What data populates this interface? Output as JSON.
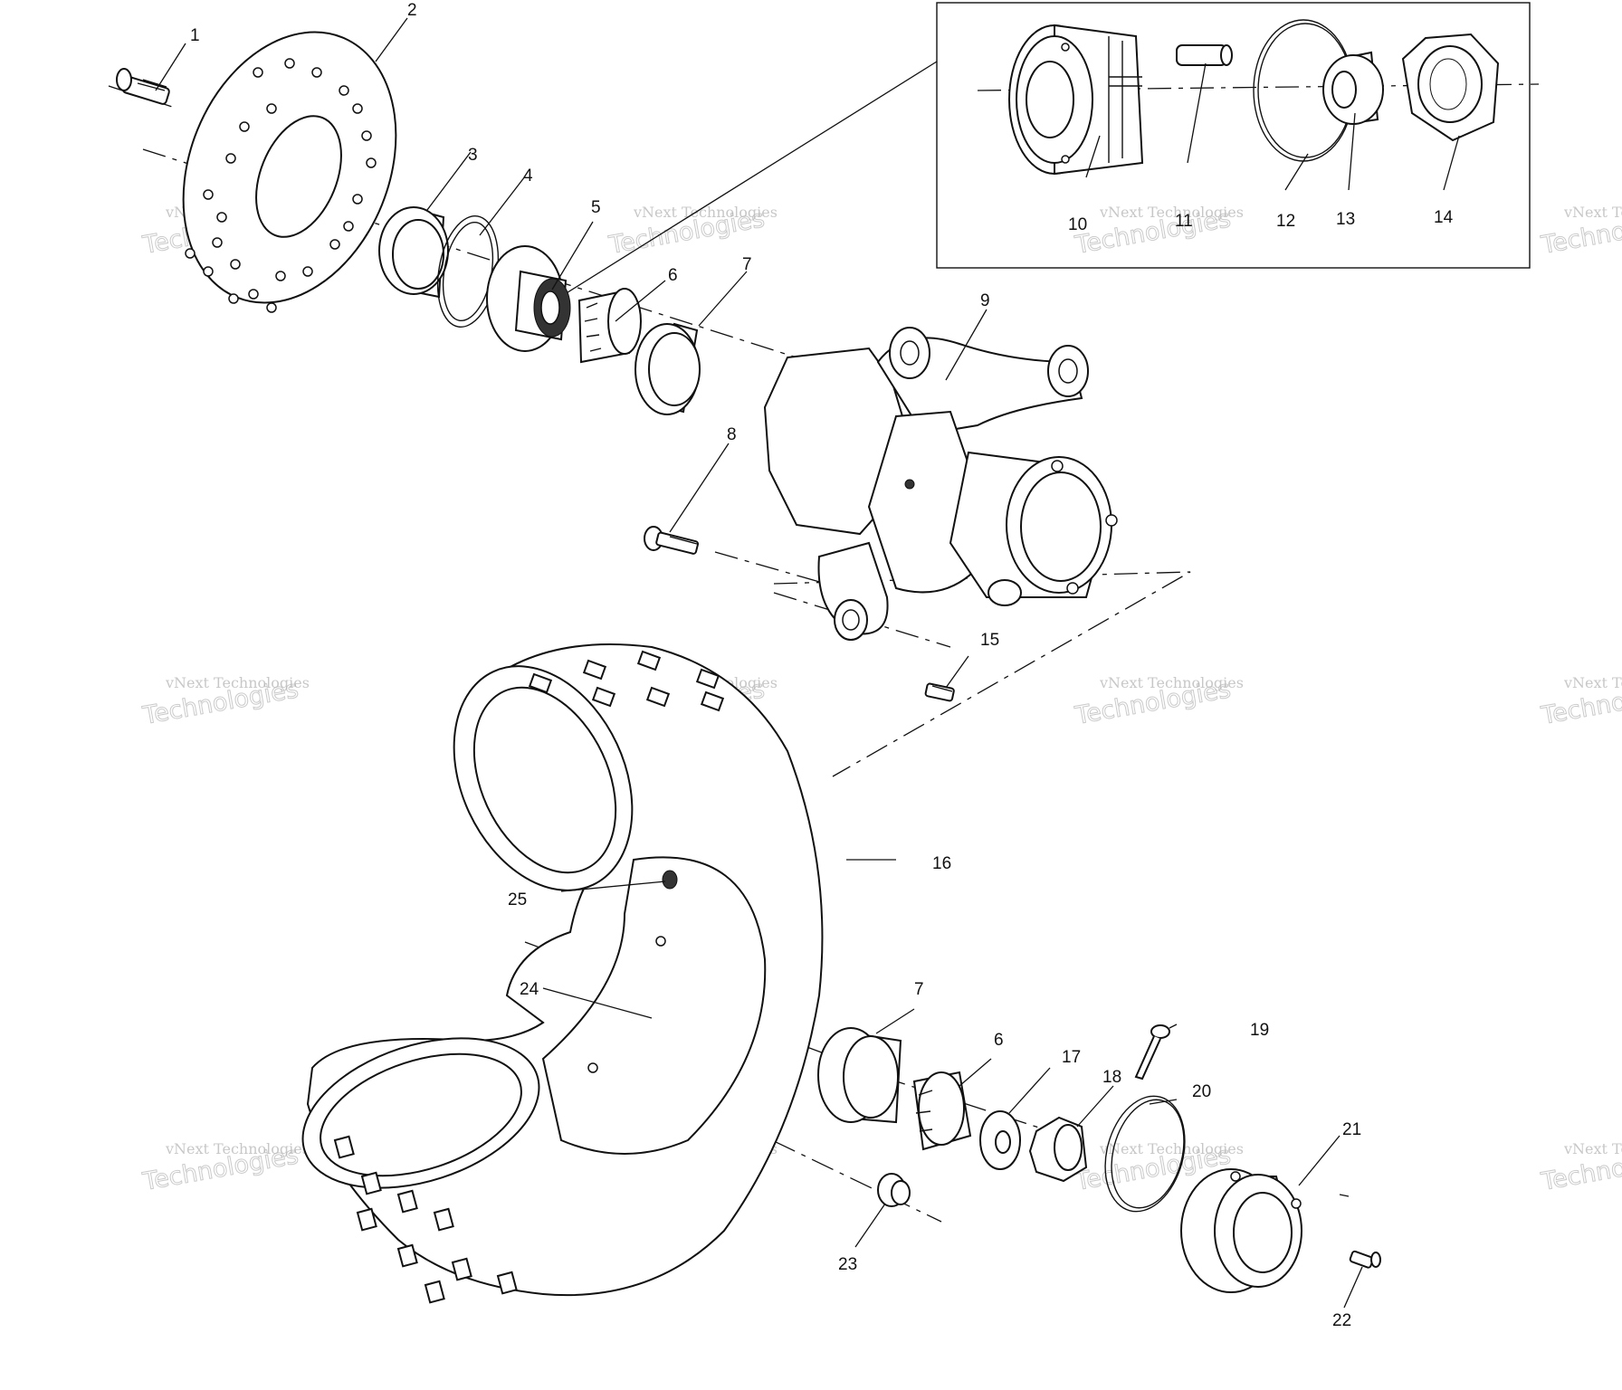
{
  "diagram": {
    "callouts": [
      {
        "id": "1",
        "label": "1"
      },
      {
        "id": "2",
        "label": "2"
      },
      {
        "id": "3",
        "label": "3"
      },
      {
        "id": "4",
        "label": "4"
      },
      {
        "id": "5",
        "label": "5"
      },
      {
        "id": "6a",
        "label": "6"
      },
      {
        "id": "7a",
        "label": "7"
      },
      {
        "id": "8",
        "label": "8"
      },
      {
        "id": "9",
        "label": "9"
      },
      {
        "id": "10",
        "label": "10"
      },
      {
        "id": "11",
        "label": "11"
      },
      {
        "id": "12",
        "label": "12"
      },
      {
        "id": "13",
        "label": "13"
      },
      {
        "id": "14",
        "label": "14"
      },
      {
        "id": "15",
        "label": "15"
      },
      {
        "id": "16",
        "label": "16"
      },
      {
        "id": "25",
        "label": "25"
      },
      {
        "id": "24",
        "label": "24"
      },
      {
        "id": "7b",
        "label": "7"
      },
      {
        "id": "6b",
        "label": "6"
      },
      {
        "id": "17",
        "label": "17"
      },
      {
        "id": "19",
        "label": "19"
      },
      {
        "id": "18",
        "label": "18"
      },
      {
        "id": "20",
        "label": "20"
      },
      {
        "id": "21",
        "label": "21"
      },
      {
        "id": "23",
        "label": "23"
      },
      {
        "id": "22",
        "label": "22"
      }
    ],
    "watermark": {
      "line1": "vNext Technologies",
      "line2": "Technologies"
    }
  }
}
